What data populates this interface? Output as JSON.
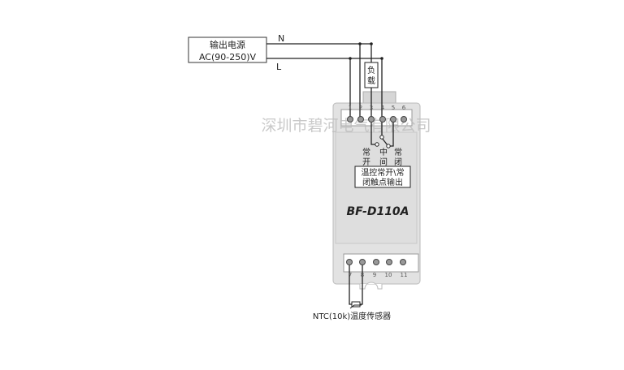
{
  "power_source": {
    "title": "输出电源",
    "voltage": "AC(90-250)V",
    "line_n": "N",
    "line_l": "L"
  },
  "load": {
    "label_1": "负",
    "label_2": "载"
  },
  "device": {
    "model": "BF-D110A",
    "top_terminals": [
      "1",
      "2",
      "3",
      "4",
      "5",
      "6"
    ],
    "bottom_terminals": [
      "7",
      "8",
      "9",
      "10",
      "11"
    ],
    "contacts": {
      "no_1": "常",
      "no_2": "开",
      "com_1": "中",
      "com_2": "间",
      "nc_1": "常",
      "nc_2": "闭"
    },
    "description_line1": "温控常开\\常",
    "description_line2": "闭触点输出"
  },
  "sensor_label": "NTC(10k)温度传感器",
  "watermark": "深圳市碧河电气有限公司"
}
